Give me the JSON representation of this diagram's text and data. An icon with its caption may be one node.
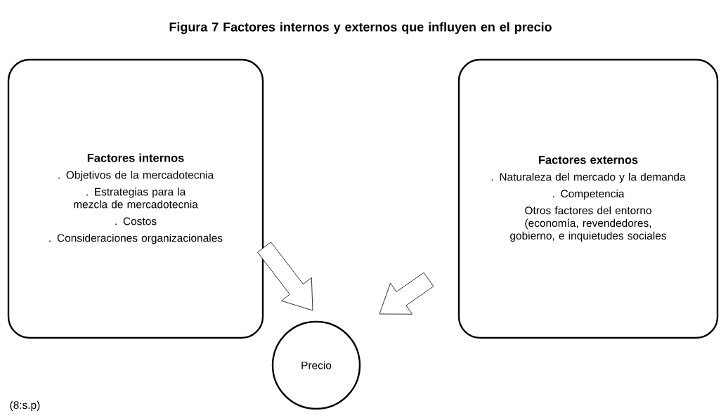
{
  "diagram": {
    "title": "Figura 7 Factores internos y externos que influyen en el precio",
    "nodes": [
      {
        "text": [
          "Factores internos",
          ". Objetivos de la mercadotecnia",
          ". Estrategias para la mezcla de mercadotecnia",
          ". Costos",
          ". Consideraciones organizacionales"
        ]
      },
      {
        "text": [
          "Factores externos",
          ". Naturaleza del mercado y la demanda",
          ". Competencia",
          "Otros factores del entorno (economía, revendedores, gobierno, e inquietudes sociales"
        ]
      },
      {
        "text": [
          "Precio"
        ]
      }
    ],
    "edges": [
      {
        "from": 0,
        "to": 2,
        "arrow": "to"
      },
      {
        "from": 1,
        "to": 2,
        "arrow": "to"
      }
    ],
    "caption": "(8:s.p)"
  }
}
